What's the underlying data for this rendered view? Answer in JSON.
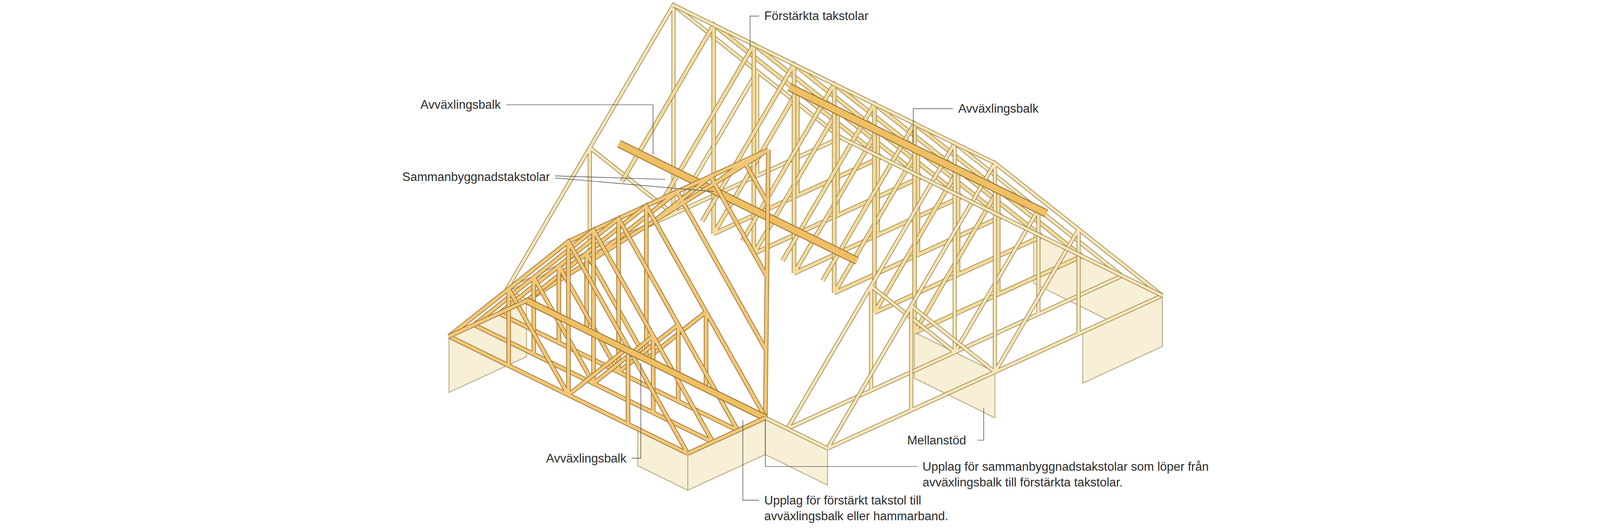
{
  "diagram": {
    "labels": [
      "Förstärkta takstolar",
      "Avväxlingsbalk",
      "Avväxlingsbalk",
      "Sammanbyggnadstakstolar",
      "Mellanstöd",
      "Avväxlingsbalk",
      "Upplag för sammanbyggnadstakstolar som löper från avväxlingsbalk till förstärkta takstolar.",
      "Upplag för förstärkt takstol till avväxlingsbalk eller hammarband."
    ]
  }
}
